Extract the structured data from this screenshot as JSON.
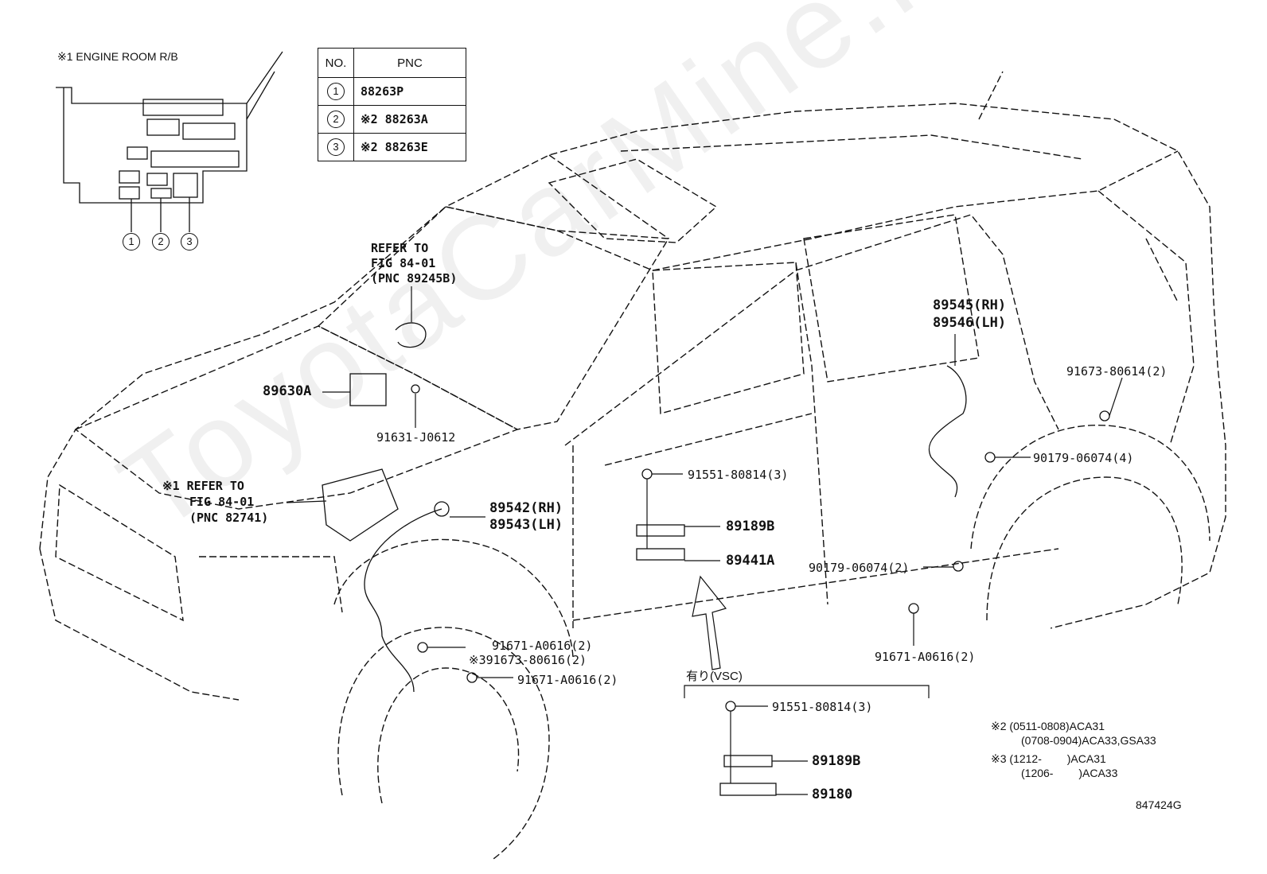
{
  "relay_box": {
    "title": "※1 ENGINE ROOM R/B",
    "circle_labels": [
      "1",
      "2",
      "3"
    ]
  },
  "pnc_table": {
    "headers": [
      "NO.",
      "PNC"
    ],
    "rows": [
      {
        "no": "1",
        "pnc": "88263P"
      },
      {
        "no": "2",
        "pnc": "※2 88263A"
      },
      {
        "no": "3",
        "pnc": "※2 88263E"
      }
    ]
  },
  "labels": {
    "refer_top": [
      "REFER TO",
      "FIG 84-01",
      "(PNC 89245B)"
    ],
    "p89630A": "89630A",
    "p91631": "91631-J0612",
    "refer_mid": [
      "※1 REFER TO",
      "FIG 84-01",
      "(PNC 82741)"
    ],
    "p89542": "89542(RH)",
    "p89543": "89543(LH)",
    "p91671_a": "91671-A0616(2)",
    "p91673_a": "※391673-80616(2)",
    "p91671_b": "91671-A0616(2)",
    "p91551_a": "91551-80814(3)",
    "p89189B_a": "89189B",
    "p89441A": "89441A",
    "p89545": "89545(RH)",
    "p89546": "89546(LH)",
    "p91673_b": "91673-80614(2)",
    "p90179_a": "90179-06074(4)",
    "p90179_b": "90179-06074(2)",
    "p91671_c": "91671-A0616(2)",
    "vsc_title": "有り(VSC)",
    "p91551_b": "91551-80814(3)",
    "p89189B_b": "89189B",
    "p89180": "89180"
  },
  "notes": [
    "※2 (0511-0808)ACA31",
    "(0708-0904)ACA33,GSA33",
    "※3 (1212-　　 )ACA31",
    "(1206-　　 )ACA33"
  ],
  "diagram_id": "847424G",
  "watermark": "ToyotaCarMine.ru"
}
